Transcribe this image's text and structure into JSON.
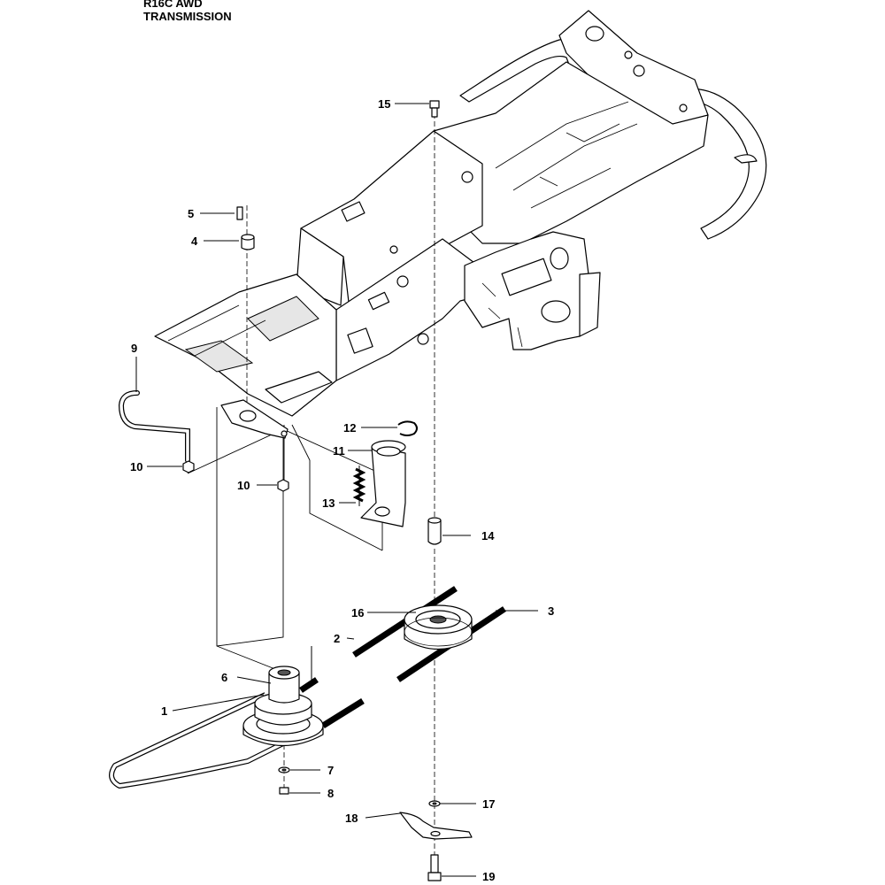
{
  "title": {
    "line1": "R16C AWD",
    "line2": "TRANSMISSION"
  },
  "callouts": {
    "c1": "1",
    "c2": "2",
    "c3": "3",
    "c4": "4",
    "c5": "5",
    "c6": "6",
    "c7": "7",
    "c8": "8",
    "c9": "9",
    "c10a": "10",
    "c10b": "10",
    "c11": "11",
    "c12": "12",
    "c13": "13",
    "c14": "14",
    "c15": "15",
    "c16": "16",
    "c17": "17",
    "c18": "18",
    "c19": "19"
  },
  "colors": {
    "ink": "#000000",
    "background": "#ffffff",
    "shade": "#e6e6e6"
  }
}
